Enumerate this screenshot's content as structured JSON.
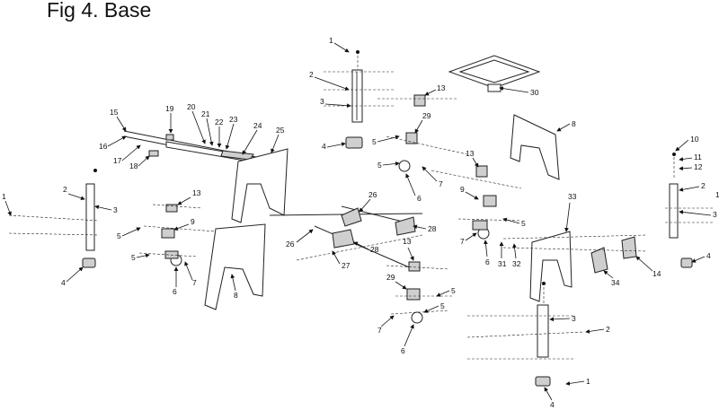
{
  "title": "Fig 4. Base",
  "callouts": [
    {
      "id": "c-1a",
      "text": "1"
    },
    {
      "id": "c-2a",
      "text": "2"
    },
    {
      "id": "c-3a",
      "text": "3"
    },
    {
      "id": "c-4a",
      "text": "4"
    },
    {
      "id": "c-13a",
      "text": "13"
    },
    {
      "id": "c-30",
      "text": "30"
    },
    {
      "id": "c-8a",
      "text": "8"
    },
    {
      "id": "c-29a",
      "text": "29"
    },
    {
      "id": "c-5a",
      "text": "5"
    },
    {
      "id": "c-5b",
      "text": "5"
    },
    {
      "id": "c-6a",
      "text": "6"
    },
    {
      "id": "c-7a",
      "text": "7"
    },
    {
      "id": "c-13b",
      "text": "13"
    },
    {
      "id": "c-10",
      "text": "10"
    },
    {
      "id": "c-11",
      "text": "11"
    },
    {
      "id": "c-12",
      "text": "12"
    },
    {
      "id": "c-2b",
      "text": "2"
    },
    {
      "id": "c-1b",
      "text": "1"
    },
    {
      "id": "c-3b",
      "text": "3"
    },
    {
      "id": "c-4b",
      "text": "4"
    },
    {
      "id": "c-15",
      "text": "15"
    },
    {
      "id": "c-19",
      "text": "19"
    },
    {
      "id": "c-20",
      "text": "20"
    },
    {
      "id": "c-21",
      "text": "21"
    },
    {
      "id": "c-22",
      "text": "22"
    },
    {
      "id": "c-23",
      "text": "23"
    },
    {
      "id": "c-24",
      "text": "24"
    },
    {
      "id": "c-25",
      "text": "25"
    },
    {
      "id": "c-16",
      "text": "16"
    },
    {
      "id": "c-17",
      "text": "17"
    },
    {
      "id": "c-18",
      "text": "18"
    },
    {
      "id": "c-1c",
      "text": "1"
    },
    {
      "id": "c-2c",
      "text": "2"
    },
    {
      "id": "c-3c",
      "text": "3"
    },
    {
      "id": "c-4c",
      "text": "4"
    },
    {
      "id": "c-13c",
      "text": "13"
    },
    {
      "id": "c-9a",
      "text": "9"
    },
    {
      "id": "c-5c",
      "text": "5"
    },
    {
      "id": "c-5d",
      "text": "5"
    },
    {
      "id": "c-6b",
      "text": "6"
    },
    {
      "id": "c-7b",
      "text": "7"
    },
    {
      "id": "c-8b",
      "text": "8"
    },
    {
      "id": "c-26a",
      "text": "26"
    },
    {
      "id": "c-26b",
      "text": "26"
    },
    {
      "id": "c-28a",
      "text": "28"
    },
    {
      "id": "c-28b",
      "text": "28"
    },
    {
      "id": "c-27",
      "text": "27"
    },
    {
      "id": "c-9b",
      "text": "9"
    },
    {
      "id": "c-5e",
      "text": "5"
    },
    {
      "id": "c-7c",
      "text": "7"
    },
    {
      "id": "c-6c",
      "text": "6"
    },
    {
      "id": "c-31",
      "text": "31"
    },
    {
      "id": "c-32",
      "text": "32"
    },
    {
      "id": "c-33",
      "text": "33"
    },
    {
      "id": "c-14",
      "text": "14"
    },
    {
      "id": "c-34",
      "text": "34"
    },
    {
      "id": "c-13d",
      "text": "13"
    },
    {
      "id": "c-29b",
      "text": "29"
    },
    {
      "id": "c-5f",
      "text": "5"
    },
    {
      "id": "c-5g",
      "text": "5"
    },
    {
      "id": "c-7d",
      "text": "7"
    },
    {
      "id": "c-6d",
      "text": "6"
    },
    {
      "id": "c-3d",
      "text": "3"
    },
    {
      "id": "c-2d",
      "text": "2"
    },
    {
      "id": "c-1d",
      "text": "1"
    },
    {
      "id": "c-4d",
      "text": "4"
    }
  ]
}
